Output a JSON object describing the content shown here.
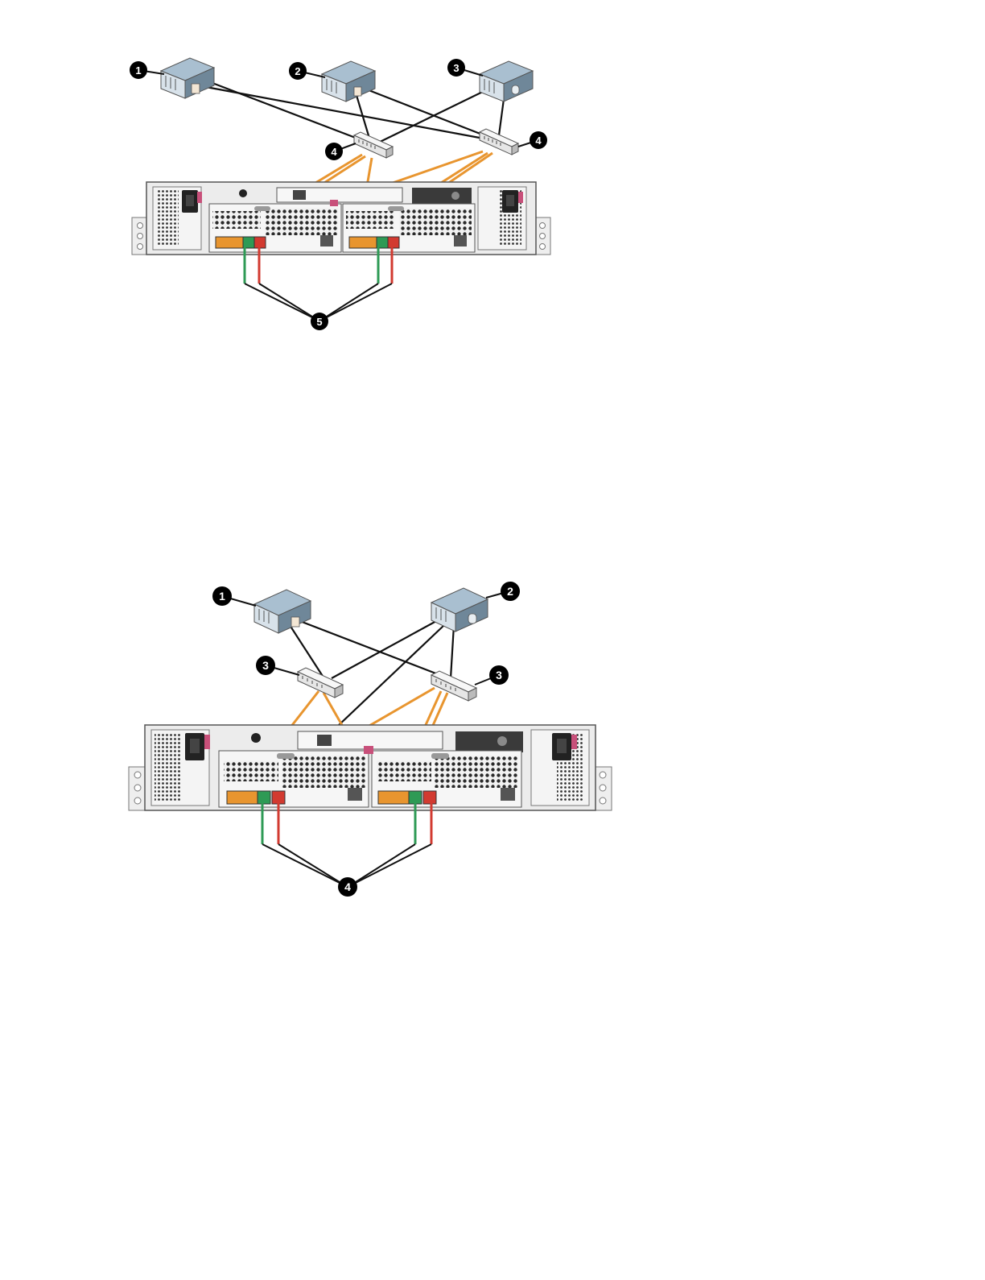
{
  "colors": {
    "callout": "#000000",
    "callout_text": "#ffffff",
    "cable_black": "#111111",
    "cable_orange": "#e8952f",
    "cable_green": "#2e9a55",
    "cable_red": "#d23a30",
    "server_top": "#9fb6c8",
    "server_side": "#6f8799",
    "chassis": "#efefef",
    "chassis_border": "#555555",
    "port_orange": "#e8952f",
    "accent_pink": "#c8507a"
  },
  "diagram1": {
    "callouts": {
      "server1": "1",
      "server2": "2",
      "server3": "3",
      "switch_left": "4",
      "switch_right": "4",
      "ports": "5"
    }
  },
  "diagram2": {
    "callouts": {
      "server1": "1",
      "server2": "2",
      "switch_left": "3",
      "switch_right": "3",
      "ports": "4"
    }
  }
}
